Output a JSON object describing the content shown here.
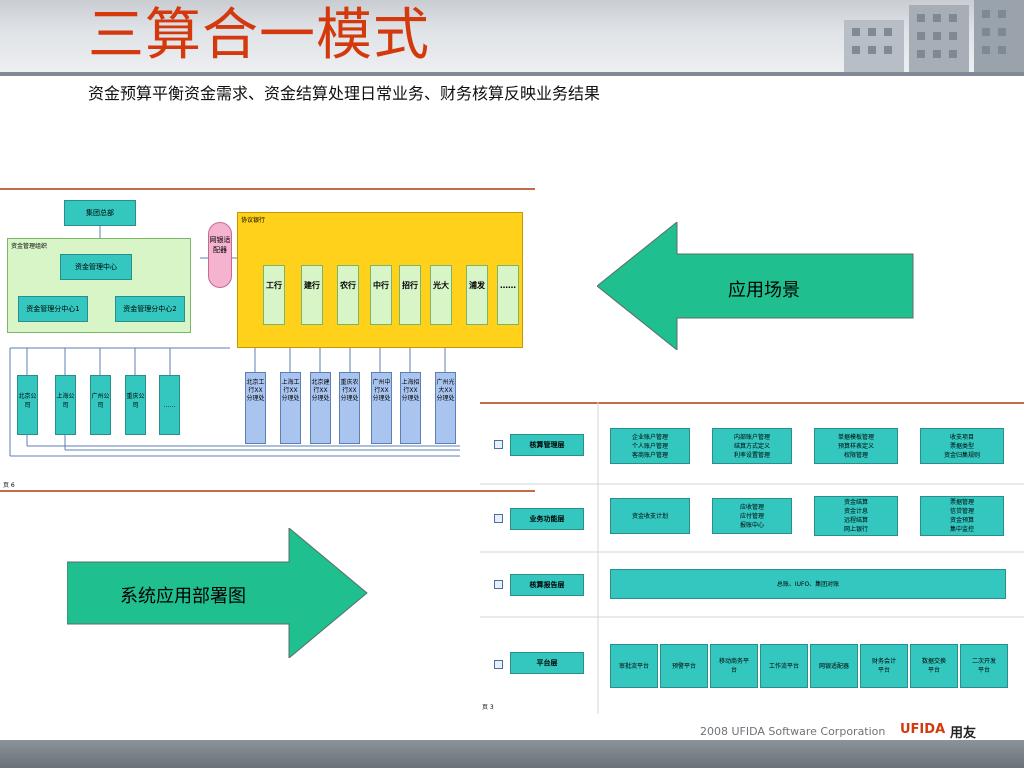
{
  "slide": {
    "title": "三算合一模式",
    "subtitle": "资金预算平衡资金需求、资金结算处理日常业务、财务核算反映业务结果",
    "footer_company": "2008 UFIDA Software Corporation",
    "footer_brand": "UFIDA",
    "footer_brand_cn": "用友",
    "accent_color": "#d4380d"
  },
  "arrows": {
    "left_label": "应用场景",
    "right_label": "系统应用部署图",
    "fill_color": "#1fbf8f"
  },
  "deploy_diagram": {
    "hq": "集团总部",
    "fund_org_label": "资金管理组织",
    "fund_center": "资金管理中心",
    "sub_center_1": "资金管理分中心1",
    "sub_center_2": "资金管理分中心2",
    "adapter": "网银适配器",
    "bank_group_label": "协议银行",
    "banks": [
      "工行",
      "建行",
      "农行",
      "中行",
      "招行",
      "光大",
      "浦发",
      "……"
    ],
    "companies": [
      "北京公司",
      "上海公司",
      "广州公司",
      "重庆公司",
      "……"
    ],
    "branches": [
      "北京工行XX分理处",
      "上海工行XX分理处",
      "北京建行XX分理处",
      "重庆农行XX分理处",
      "广州中行XX分理处",
      "上海招行XX分理处",
      "广州光大XX分理处"
    ],
    "page_note": "页 6"
  },
  "function_diagram": {
    "page_note": "页 3",
    "layers": [
      {
        "label": "核算管理层",
        "modules": [
          [
            "企业账户管理",
            "个人账户管理",
            "客商账户管理"
          ],
          [
            "内部账户管理",
            "结算方式定义",
            "利率设置管理"
          ],
          [
            "单据模板管理",
            "预算样表定义",
            "权限管理"
          ],
          [
            "收支项目",
            "票据类型",
            "资金归集规则"
          ]
        ]
      },
      {
        "label": "业务功能层",
        "modules": [
          [
            "资金收支计划"
          ],
          [
            "应收管理",
            "应付管理",
            "报账中心"
          ],
          [
            "资金结算",
            "资金计息",
            "远程结算",
            "网上银行"
          ],
          [
            "票据管理",
            "信贷管理",
            "资金预算",
            "集中监控"
          ]
        ]
      },
      {
        "label": "核算报告层",
        "modules": [
          [
            "总账、IUFO、集团对账"
          ]
        ]
      },
      {
        "label": "平台层",
        "modules": [
          [
            "审批流平台"
          ],
          [
            "预警平台"
          ],
          [
            "移动商务平台"
          ],
          [
            "工作流平台"
          ],
          [
            "网银适配器"
          ],
          [
            "财务会计平台"
          ],
          [
            "数据交换平台"
          ],
          [
            "二次开发平台"
          ]
        ]
      }
    ]
  }
}
